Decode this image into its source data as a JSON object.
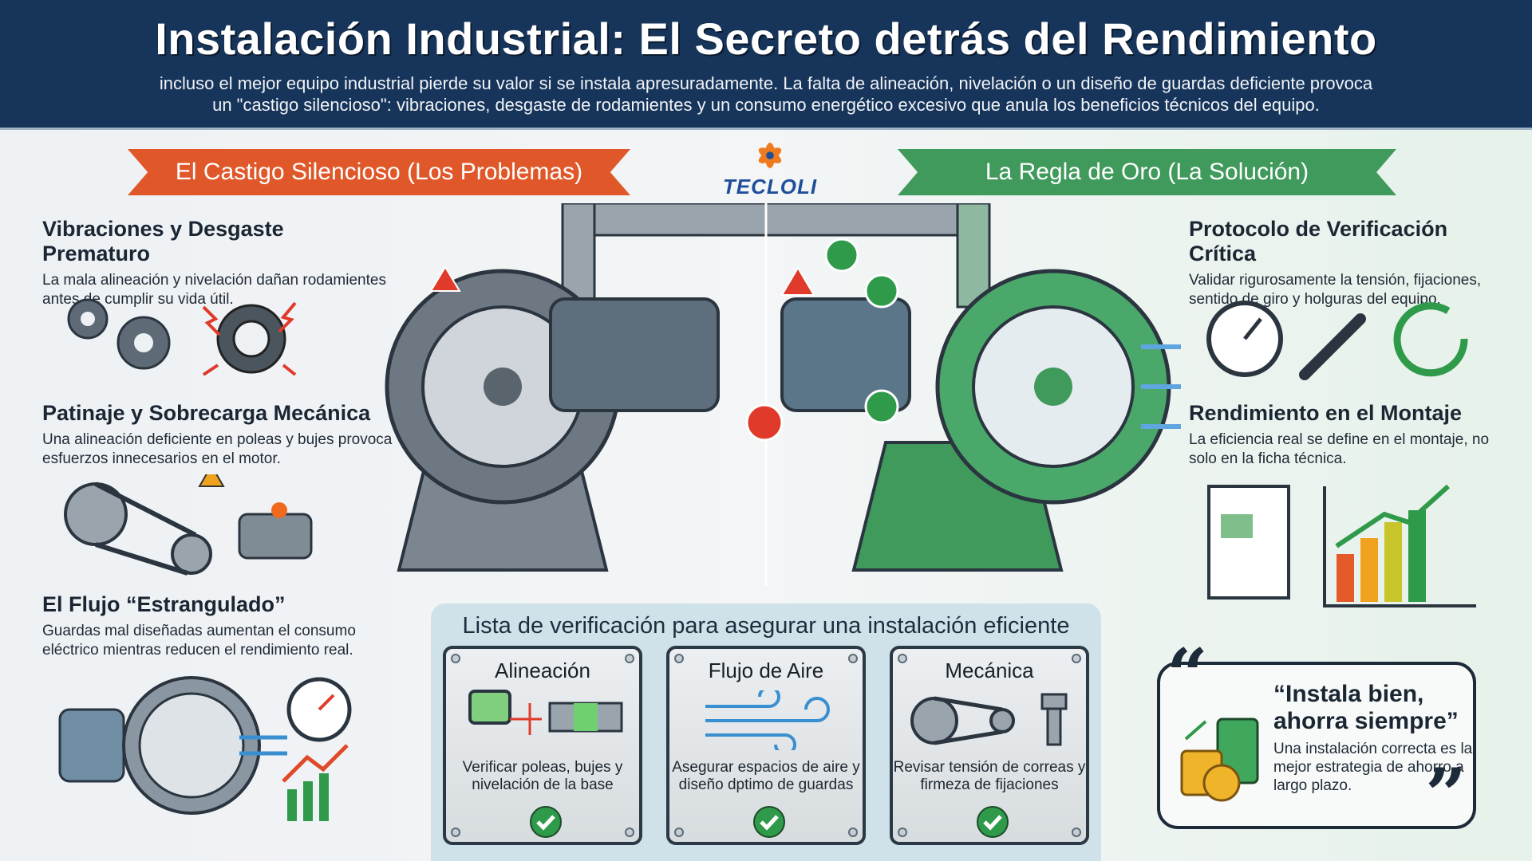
{
  "header": {
    "title": "Instalación Industrial: El Secreto detrás del Rendimiento",
    "subtitle_line1": "incluso el mejor equipo industrial pierde su valor si se instala apresuradamente. La falta de alineación, nivelación o un diseño de guardas deficiente provoca",
    "subtitle_line2": "un \"castigo silencioso\": vibraciones, desgaste de rodamientes y un consumo energético excesivo que anula los beneficios técnicos del equipo."
  },
  "logo": {
    "text": "TECLOLI"
  },
  "problems": {
    "banner": "El Castigo Silencioso (Los Problemas)",
    "items": [
      {
        "title": "Vibraciones y Desgaste Prematuro",
        "desc": "La mala alineación y nivelación dañan rodamientes antes de cumplir su vida útil."
      },
      {
        "title": "Patinaje y Sobrecarga Mecánica",
        "desc": "Una alineación deficiente en poleas y bujes provoca esfuerzos innecesarios en el motor."
      },
      {
        "title": "El Flujo “Estrangulado”",
        "desc": "Guardas mal diseñadas aumentan el consumo eléctrico mientras reducen el rendimiento real."
      }
    ]
  },
  "solutions": {
    "banner": "La Regla de Oro (La Solución)",
    "items": [
      {
        "title": "Protocolo de Verificación Crítica",
        "desc": "Validar rigurosamente la tensión, fijaciones, sentido de giro y holguras del equipo."
      },
      {
        "title": "Rendimiento en el Montaje",
        "desc": "La eficiencia real se define en el montaje, no solo en la ficha técnica."
      }
    ]
  },
  "checklist": {
    "title": "Lista de verificación para asegurar una instalación eficiente",
    "cards": [
      {
        "title": "Alineación",
        "desc": "Verificar poleas, bujes y nivelación de la base"
      },
      {
        "title": "Flujo de Aire",
        "desc": "Asegurar espacios de aire y diseño dptimo de guardas"
      },
      {
        "title": "Mecánica",
        "desc": "Revisar tensión de correas y firmeza de fijaciones"
      }
    ]
  },
  "quote": {
    "title": "“Instala bien, ahorra siempre”",
    "desc": "Una instalación correcta es la mejor estrategia de ahorro a largo plazo."
  },
  "colors": {
    "navy": "#17355a",
    "orange": "#e0582a",
    "green": "#3f9a5c"
  }
}
